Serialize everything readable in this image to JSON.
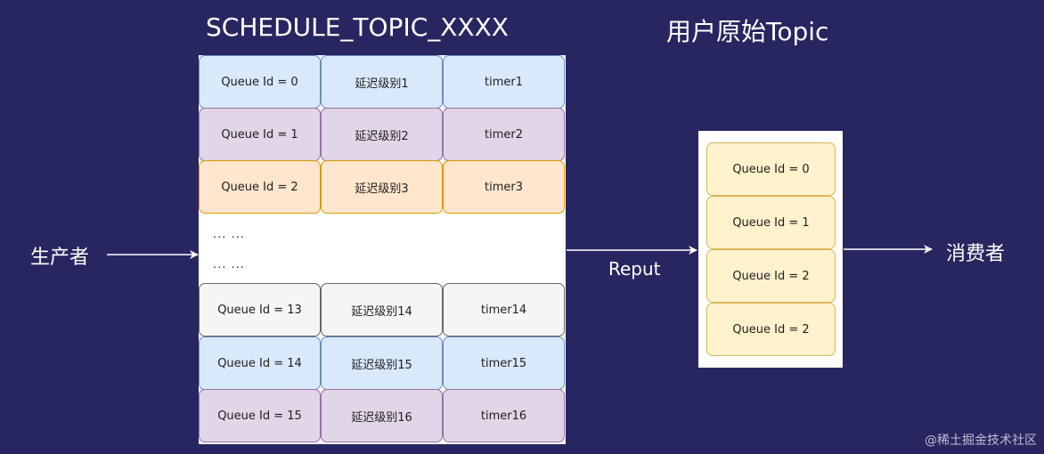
{
  "titles": {
    "left": "SCHEDULE_TOPIC_XXXX",
    "right": "用户原始Topic"
  },
  "labels": {
    "producer": "生产者",
    "consumer": "消费者",
    "reput": "Reput"
  },
  "schedule_rows": [
    {
      "queue": "Queue Id = 0",
      "level": "延迟级别1",
      "timer": "timer1",
      "theme": "blue"
    },
    {
      "queue": "Queue Id = 1",
      "level": "延迟级别2",
      "timer": "timer2",
      "theme": "purple"
    },
    {
      "queue": "Queue Id = 2",
      "level": "延迟级别3",
      "timer": "timer3",
      "theme": "orange"
    },
    {
      "queue": "Queue Id = 13",
      "level": "延迟级别14",
      "timer": "timer14",
      "theme": "gray"
    },
    {
      "queue": "Queue Id = 14",
      "level": "延迟级别15",
      "timer": "timer15",
      "theme": "blue"
    },
    {
      "queue": "Queue Id = 15",
      "level": "延迟级别16",
      "timer": "timer16",
      "theme": "purple"
    }
  ],
  "ellipsis_rows": [
    "... ...",
    "... ..."
  ],
  "user_queues": [
    "Queue Id = 0",
    "Queue Id = 1",
    "Queue Id = 2",
    "Queue Id = 2"
  ],
  "watermark": "@稀土掘金技术社区",
  "colors": {
    "background": "#282660",
    "blue": {
      "fill": "#dae8fc",
      "stroke": "#6c8ebf"
    },
    "purple": {
      "fill": "#e1d5e7",
      "stroke": "#9673a6"
    },
    "orange": {
      "fill": "#ffe6cc",
      "stroke": "#d79b00"
    },
    "gray": {
      "fill": "#f5f5f5",
      "stroke": "#666666"
    },
    "yellow": {
      "fill": "#fff2cc",
      "stroke": "#d6b656"
    }
  }
}
